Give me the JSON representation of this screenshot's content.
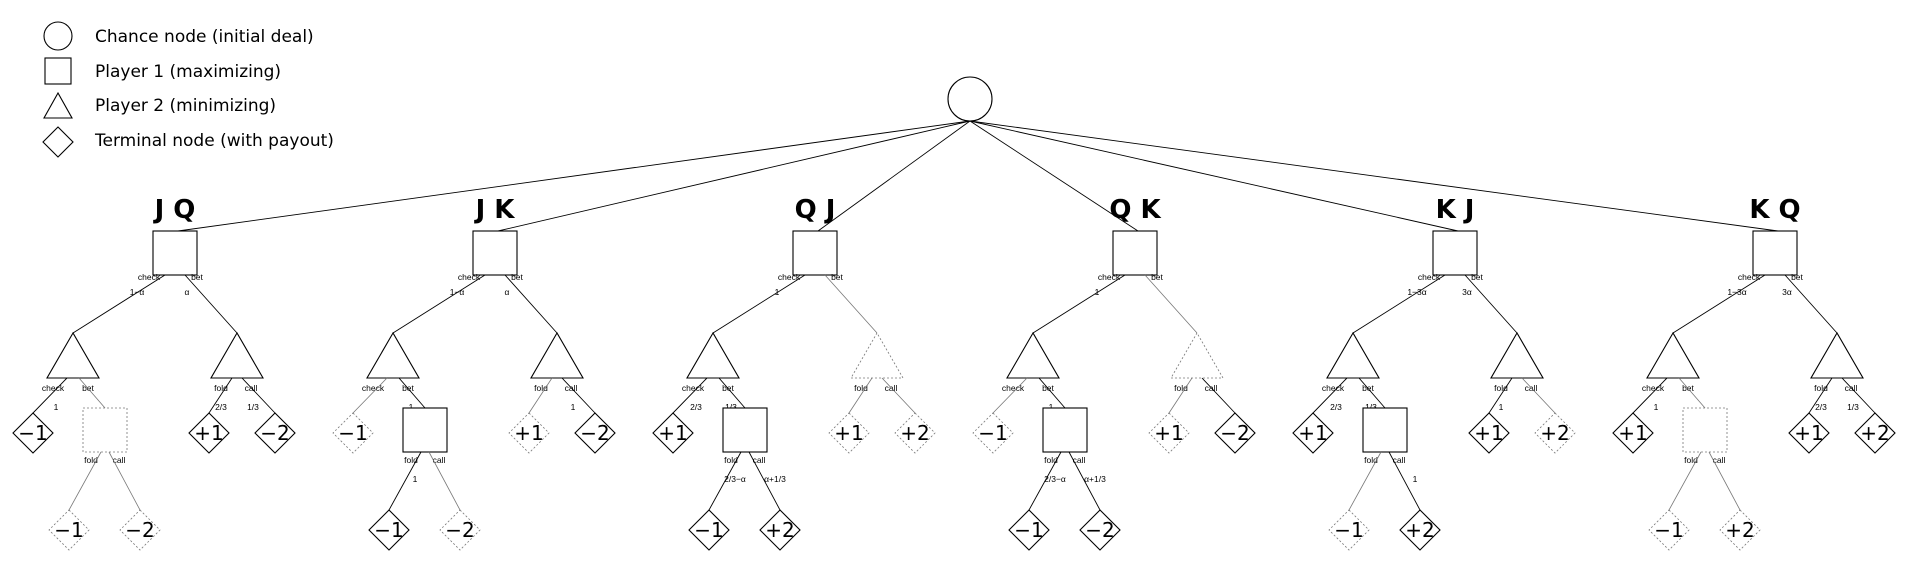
{
  "legend": [
    {
      "shape": "circle",
      "label": "Chance node (initial deal)"
    },
    {
      "shape": "square",
      "label": "Player 1 (maximizing)"
    },
    {
      "shape": "triangle",
      "label": "Player 2 (minimizing)"
    },
    {
      "shape": "diamond",
      "label": "Terminal node (with payout)"
    }
  ],
  "subtrees": [
    {
      "deal": "J Q",
      "p1": {
        "check": "check",
        "bet": "bet",
        "check_prob": "1−α",
        "bet_prob": "α"
      },
      "left": {
        "actions": [
          "check",
          "bet"
        ],
        "probs": [
          "1",
          ""
        ],
        "term": "−1",
        "faint": false,
        "p1": {
          "actions": [
            "fold",
            "call"
          ],
          "probs": [
            "",
            ""
          ],
          "faint": true,
          "terms": [
            "−1",
            "−2"
          ],
          "faint_terms": [
            true,
            true
          ]
        }
      },
      "right": {
        "actions": [
          "fold",
          "call"
        ],
        "probs": [
          "2/3",
          "1/3"
        ],
        "faint": false,
        "terms": [
          "+1",
          "−2"
        ],
        "faint_terms": [
          false,
          false
        ]
      }
    },
    {
      "deal": "J K",
      "p1": {
        "check": "check",
        "bet": "bet",
        "check_prob": "1−α",
        "bet_prob": "α"
      },
      "left": {
        "actions": [
          "check",
          "bet"
        ],
        "probs": [
          "",
          "1"
        ],
        "term": "−1",
        "faint": true,
        "p1": {
          "actions": [
            "fold",
            "call"
          ],
          "probs": [
            "1",
            ""
          ],
          "faint": false,
          "terms": [
            "−1",
            "−2"
          ],
          "faint_terms": [
            false,
            true
          ]
        }
      },
      "right": {
        "actions": [
          "fold",
          "call"
        ],
        "probs": [
          "",
          "1"
        ],
        "faint": false,
        "terms": [
          "+1",
          "−2"
        ],
        "faint_terms": [
          true,
          false
        ]
      }
    },
    {
      "deal": "Q J",
      "p1": {
        "check": "check",
        "bet": "bet",
        "check_prob": "1",
        "bet_prob": ""
      },
      "left": {
        "actions": [
          "check",
          "bet"
        ],
        "probs": [
          "2/3",
          "1/3"
        ],
        "term": "+1",
        "faint": false,
        "p1": {
          "actions": [
            "fold",
            "call"
          ],
          "probs": [
            "2/3−α",
            "α+1/3"
          ],
          "faint": false,
          "terms": [
            "−1",
            "+2"
          ],
          "faint_terms": [
            false,
            false
          ]
        }
      },
      "right": {
        "actions": [
          "fold",
          "call"
        ],
        "probs": [
          "",
          ""
        ],
        "faint": true,
        "terms": [
          "+1",
          "+2"
        ],
        "faint_terms": [
          true,
          true
        ]
      }
    },
    {
      "deal": "Q K",
      "p1": {
        "check": "check",
        "bet": "bet",
        "check_prob": "1",
        "bet_prob": ""
      },
      "left": {
        "actions": [
          "check",
          "bet"
        ],
        "probs": [
          "",
          "1"
        ],
        "term": "−1",
        "faint": true,
        "p1": {
          "actions": [
            "fold",
            "call"
          ],
          "probs": [
            "2/3−α",
            "α+1/3"
          ],
          "faint": false,
          "terms": [
            "−1",
            "−2"
          ],
          "faint_terms": [
            false,
            false
          ]
        }
      },
      "right": {
        "actions": [
          "fold",
          "call"
        ],
        "probs": [
          "",
          ""
        ],
        "faint": true,
        "terms": [
          "+1",
          "−2"
        ],
        "faint_terms": [
          true,
          false
        ]
      }
    },
    {
      "deal": "K J",
      "p1": {
        "check": "check",
        "bet": "bet",
        "check_prob": "1−3α",
        "bet_prob": "3α"
      },
      "left": {
        "actions": [
          "check",
          "bet"
        ],
        "probs": [
          "2/3",
          "1/3"
        ],
        "term": "+1",
        "faint": false,
        "p1": {
          "actions": [
            "fold",
            "call"
          ],
          "probs": [
            "",
            "1"
          ],
          "faint": false,
          "terms": [
            "−1",
            "+2"
          ],
          "faint_terms": [
            true,
            false
          ]
        }
      },
      "right": {
        "actions": [
          "fold",
          "call"
        ],
        "probs": [
          "1",
          ""
        ],
        "faint": false,
        "terms": [
          "+1",
          "+2"
        ],
        "faint_terms": [
          false,
          true
        ]
      }
    },
    {
      "deal": "K Q",
      "p1": {
        "check": "check",
        "bet": "bet",
        "check_prob": "1−3α",
        "bet_prob": "3α"
      },
      "left": {
        "actions": [
          "check",
          "bet"
        ],
        "probs": [
          "1",
          ""
        ],
        "term": "+1",
        "faint": false,
        "p1": {
          "actions": [
            "fold",
            "call"
          ],
          "probs": [
            "",
            ""
          ],
          "faint": true,
          "terms": [
            "−1",
            "+2"
          ],
          "faint_terms": [
            true,
            true
          ]
        }
      },
      "right": {
        "actions": [
          "fold",
          "call"
        ],
        "probs": [
          "2/3",
          "1/3"
        ],
        "faint": false,
        "terms": [
          "+1",
          "+2"
        ],
        "faint_terms": [
          false,
          false
        ]
      }
    }
  ]
}
